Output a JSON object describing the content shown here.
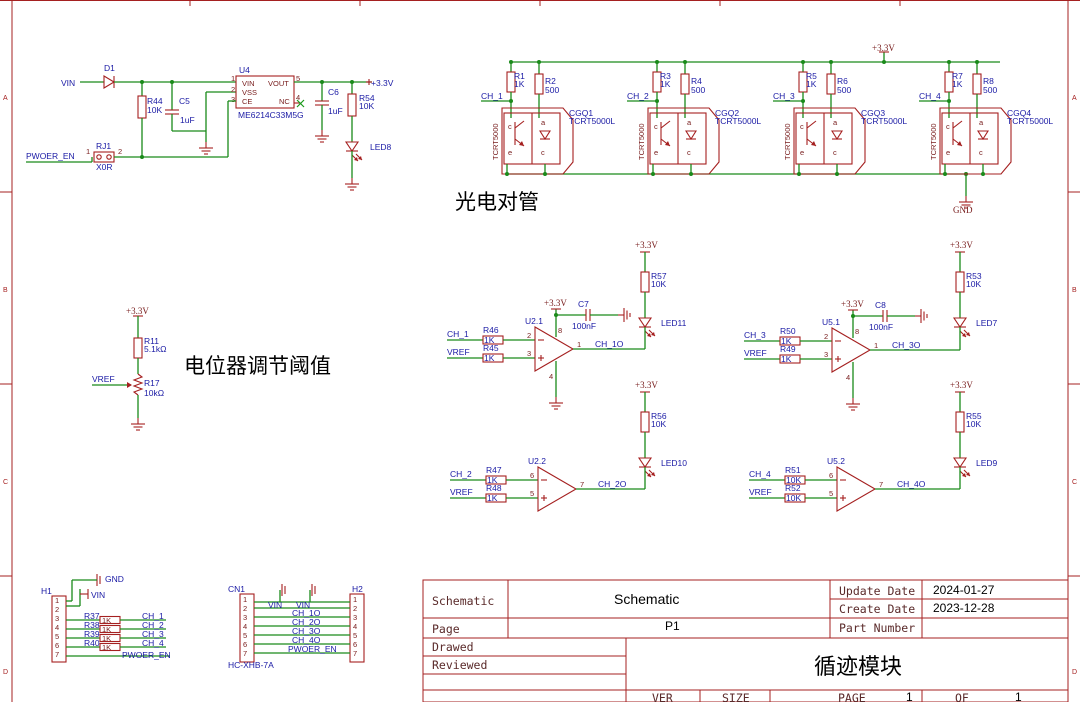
{
  "zones": {
    "rows": [
      "A",
      "B",
      "C",
      "D"
    ]
  },
  "headings": {
    "photo": "光电对管",
    "pot": "电位器调节阈值"
  },
  "power": {
    "vin": "VIN",
    "d1": "D1",
    "u4": "U4",
    "u4_part": "ME6214C33M5G",
    "u4_pins": {
      "vin": "VIN",
      "vss": "VSS",
      "ce": "CE",
      "vout": "VOUT",
      "nc": "NC"
    },
    "u4_pin_numbers": {
      "vin": "1",
      "vss": "2",
      "ce": "3",
      "vout": "5",
      "nc": "4"
    },
    "r44": "R44",
    "r44_val": "10K",
    "c5": "C5",
    "c5_val": "1uF",
    "c6": "C6",
    "c6_val": "1uF",
    "r54": "R54",
    "r54_val": "10K",
    "led8": "LED8",
    "out": "+3.3V",
    "rj1": "RJ1",
    "rj1_val": "X0R",
    "rj1_pin1": "1",
    "rj1_pin2": "2",
    "en": "PWOER_EN"
  },
  "sensors": {
    "rail": "+3.3V",
    "gnd": "GND",
    "part_vertical": "TCRT5000",
    "pin_labels": {
      "a": "a",
      "c": "c",
      "e": "e"
    },
    "items": [
      {
        "ch": "CH_1",
        "ra": "R1",
        "ra_val": "1K",
        "rb": "R2",
        "rb_val": "500",
        "name": "CGQ1",
        "part": "TCRT5000L"
      },
      {
        "ch": "CH_2",
        "ra": "R3",
        "ra_val": "1K",
        "rb": "R4",
        "rb_val": "500",
        "name": "CGQ2",
        "part": "TCRT5000L"
      },
      {
        "ch": "CH_3",
        "ra": "R5",
        "ra_val": "1K",
        "rb": "R6",
        "rb_val": "500",
        "name": "CGQ3",
        "part": "TCRT5000L"
      },
      {
        "ch": "CH_4",
        "ra": "R7",
        "ra_val": "1K",
        "rb": "R8",
        "rb_val": "500",
        "name": "CGQ4",
        "part": "TCRT5000L"
      }
    ]
  },
  "pot": {
    "vcc": "+3.3V",
    "r11": "R11",
    "r11_val": "5.1kΩ",
    "r17": "R17",
    "r17_val": "10kΩ",
    "vref": "VREF"
  },
  "comparators": {
    "u21": {
      "vcc": "+3.3V",
      "c": "C7",
      "c_val": "100nF",
      "name": "U2.1",
      "pin_in_neg": "2",
      "pin_in_pos": "3",
      "pin_out": "1",
      "pin_vcc": "8",
      "pin_gnd": "4",
      "in1": "CH_1",
      "r1": "R46",
      "r1_val": "1K",
      "in2": "VREF",
      "r2": "R45",
      "r2_val": "1K",
      "out": "CH_1O",
      "r_led": "R57",
      "r_led_val": "10K",
      "led": "LED11",
      "led_vcc": "+3.3V"
    },
    "u22": {
      "name": "U2.2",
      "pin_in_neg": "6",
      "pin_in_pos": "5",
      "pin_out": "7",
      "in1": "CH_2",
      "r1": "R47",
      "r1_val": "1K",
      "in2": "VREF",
      "r2": "R48",
      "r2_val": "1K",
      "out": "CH_2O",
      "r_led": "R56",
      "r_led_val": "10K",
      "led": "LED10",
      "led_vcc": "+3.3V"
    },
    "u51": {
      "vcc": "+3.3V",
      "c": "C8",
      "c_val": "100nF",
      "name": "U5.1",
      "pin_in_neg": "2",
      "pin_in_pos": "3",
      "pin_out": "1",
      "pin_vcc": "8",
      "pin_gnd": "4",
      "in1": "CH_3",
      "r1": "R50",
      "r1_val": "1K",
      "in2": "VREF",
      "r2": "R49",
      "r2_val": "1K",
      "out": "CH_3O",
      "r_led": "R53",
      "r_led_val": "10K",
      "led": "LED7",
      "led_vcc": "+3.3V"
    },
    "u52": {
      "name": "U5.2",
      "pin_in_neg": "6",
      "pin_in_pos": "5",
      "pin_out": "7",
      "in1": "CH_4",
      "r1": "R51",
      "r1_val": "10K",
      "in2": "VREF",
      "r2": "R52",
      "r2_val": "10K",
      "out": "CH_4O",
      "r_led": "R55",
      "r_led_val": "10K",
      "led": "LED9",
      "led_vcc": "+3.3V"
    }
  },
  "h1": {
    "name": "H1",
    "gnd": "GND",
    "vin": "VIN",
    "pins": [
      "1",
      "2",
      "3",
      "4",
      "5",
      "6",
      "7"
    ],
    "resistors": [
      {
        "ref": "R37",
        "val": "1K",
        "net": "CH_1"
      },
      {
        "ref": "R38",
        "val": "1K",
        "net": "CH_2"
      },
      {
        "ref": "R39",
        "val": "1K",
        "net": "CH_3"
      },
      {
        "ref": "R40",
        "val": "1K",
        "net": "CH_4"
      }
    ],
    "en": "PWOER_EN"
  },
  "cn1": {
    "name": "CN1",
    "part": "HC-XHB-7A",
    "h2": "H2",
    "pins": [
      "1",
      "2",
      "3",
      "4",
      "5",
      "6",
      "7"
    ],
    "vin_a": "VIN",
    "vin_b": "VIN",
    "nets": [
      "CH_1O",
      "CH_2O",
      "CH_3O",
      "CH_4O",
      "PWOER_EN"
    ]
  },
  "title_block": {
    "schematic_label": "Schematic",
    "schematic_value": "Schematic",
    "page_label": "Page",
    "page_value": "P1",
    "drawed_label": "Drawed",
    "reviewed_label": "Reviewed",
    "update_label": "Update Date",
    "update_value": "2024-01-27",
    "create_label": "Create Date",
    "create_value": "2023-12-28",
    "part_label": "Part Number",
    "project_name": "循迹模块",
    "ver_label": "VER",
    "size_label": "SIZE",
    "page_no_label": "PAGE",
    "page_no": "1",
    "of_label": "OF",
    "of_value": "1"
  }
}
